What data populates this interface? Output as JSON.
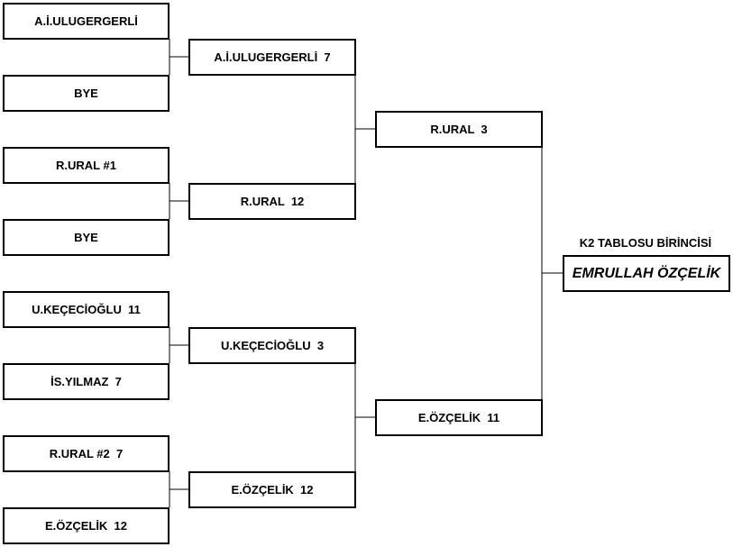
{
  "round1": [
    {
      "label": "A.İ.ULUGERGERLİ"
    },
    {
      "label": "BYE"
    },
    {
      "label": "R.URAL #1"
    },
    {
      "label": "BYE"
    },
    {
      "label": "U.KEÇECİOĞLU  11"
    },
    {
      "label": "İS.YILMAZ  7"
    },
    {
      "label": "R.URAL #2  7"
    },
    {
      "label": "E.ÖZÇELİK  12"
    }
  ],
  "round2": [
    {
      "label": "A.İ.ULUGERGERLİ  7"
    },
    {
      "label": "R.URAL  12"
    },
    {
      "label": "U.KEÇECİOĞLU  3"
    },
    {
      "label": "E.ÖZÇELİK  12"
    }
  ],
  "round3": [
    {
      "label": "R.URAL  3"
    },
    {
      "label": "E.ÖZÇELİK  11"
    }
  ],
  "champion": {
    "title": "K2 TABLOSU BİRİNCİSİ",
    "name": "EMRULLAH ÖZÇELİK"
  }
}
